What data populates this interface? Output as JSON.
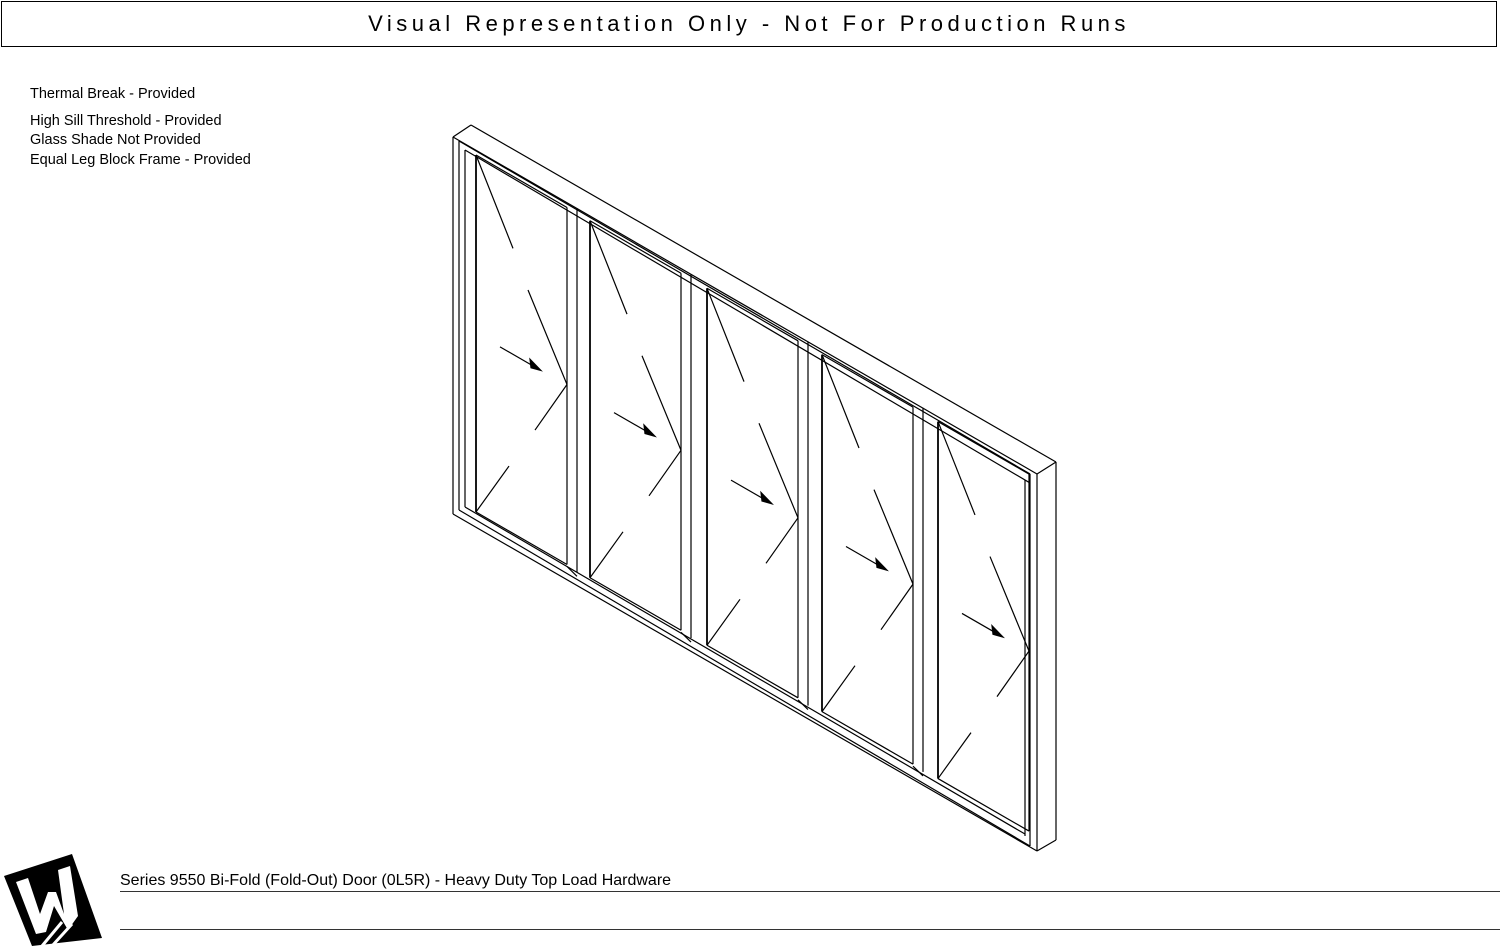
{
  "banner": {
    "text": "Visual Representation Only - Not For Production Runs"
  },
  "notes": {
    "thermal_break": "Thermal Break - Provided",
    "overlapping": [
      "High Sill Threshold - Provided",
      "Glass Shade Not Provided"
    ],
    "frame": "Equal Leg Block Frame - Provided"
  },
  "drawing": {
    "panel_count": 5,
    "swing_direction": "fold-out",
    "stroke_color": "#000000"
  },
  "title_block": {
    "title": "Series 9550 Bi-Fold (Fold-Out) Door (0L5R) - Heavy Duty Top Load Hardware",
    "logo": "W"
  }
}
